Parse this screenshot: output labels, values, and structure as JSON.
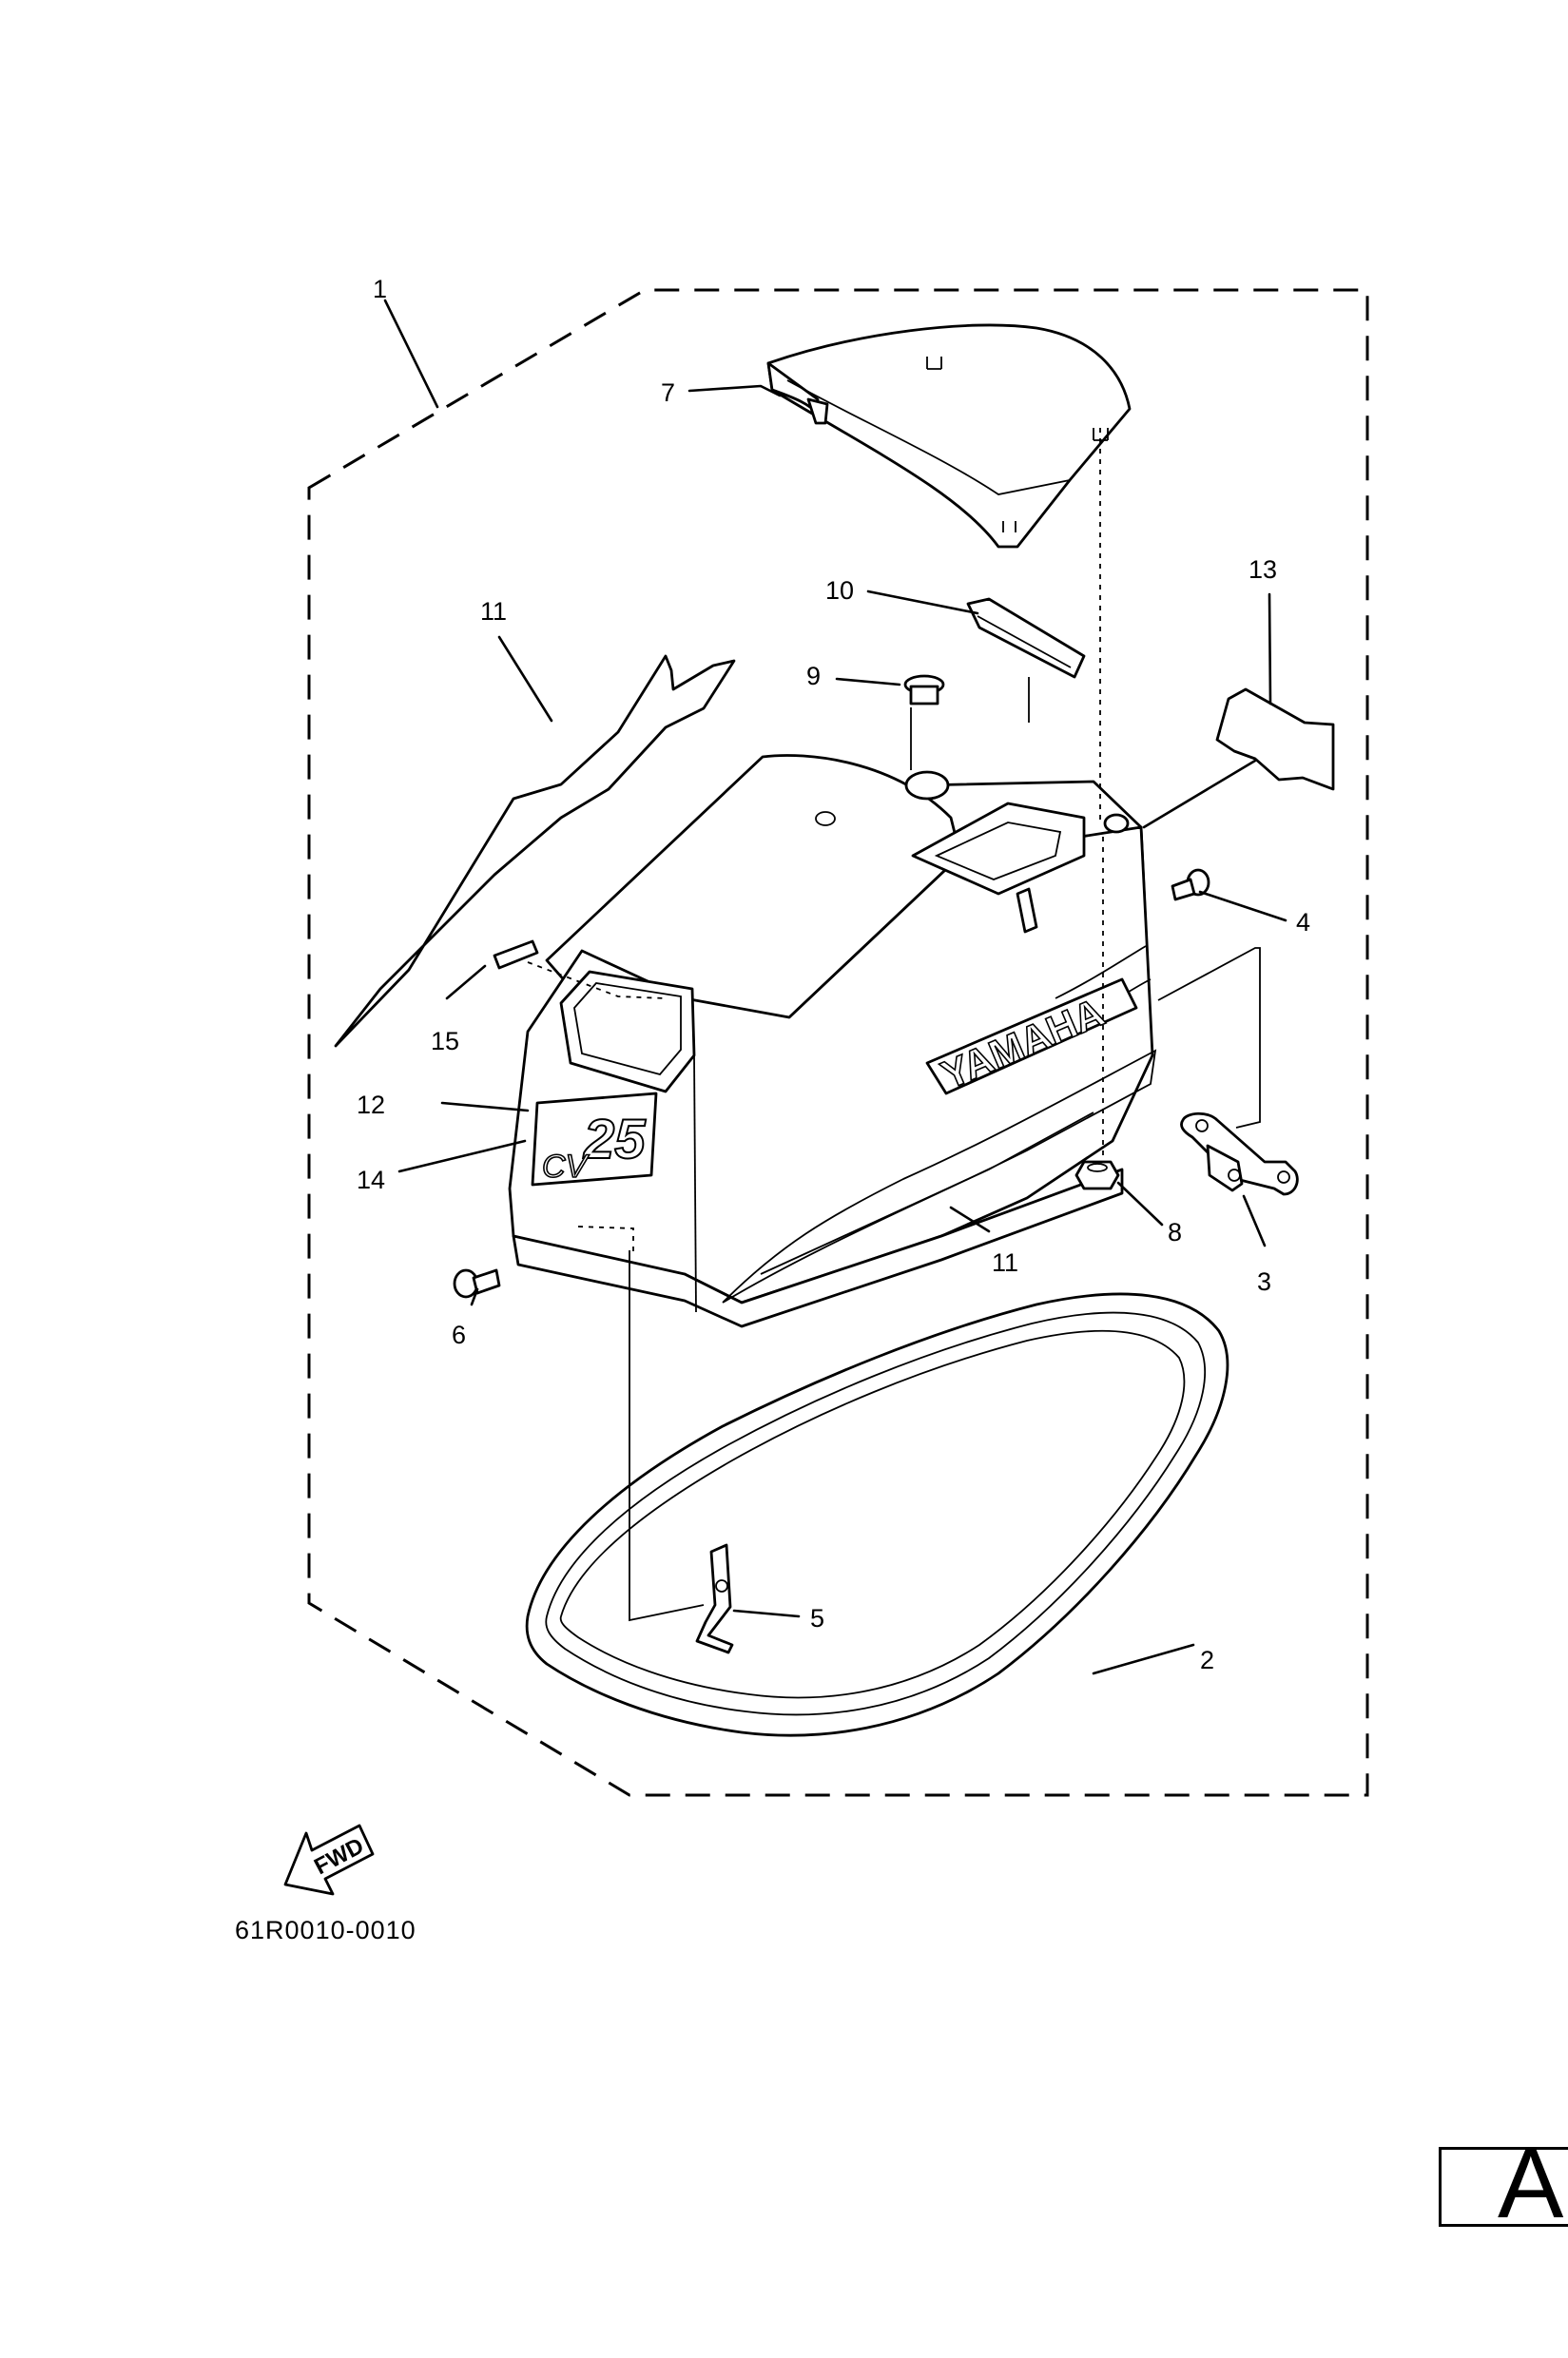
{
  "diagram": {
    "ref_code": "61R0010-0010",
    "page_letter": "A",
    "fwd_label": "FWD",
    "brand_text": "YAMAHA",
    "model_number": "25",
    "model_suffix": "CV",
    "callouts": [
      {
        "id": "c1",
        "label": "1"
      },
      {
        "id": "c2",
        "label": "2"
      },
      {
        "id": "c3",
        "label": "3"
      },
      {
        "id": "c4",
        "label": "4"
      },
      {
        "id": "c5",
        "label": "5"
      },
      {
        "id": "c6",
        "label": "6"
      },
      {
        "id": "c7",
        "label": "7"
      },
      {
        "id": "c8",
        "label": "8"
      },
      {
        "id": "c9",
        "label": "9"
      },
      {
        "id": "c10",
        "label": "10"
      },
      {
        "id": "c11a",
        "label": "11"
      },
      {
        "id": "c11b",
        "label": "11"
      },
      {
        "id": "c12",
        "label": "12"
      },
      {
        "id": "c13",
        "label": "13"
      },
      {
        "id": "c14",
        "label": "14"
      },
      {
        "id": "c15",
        "label": "15"
      }
    ]
  }
}
